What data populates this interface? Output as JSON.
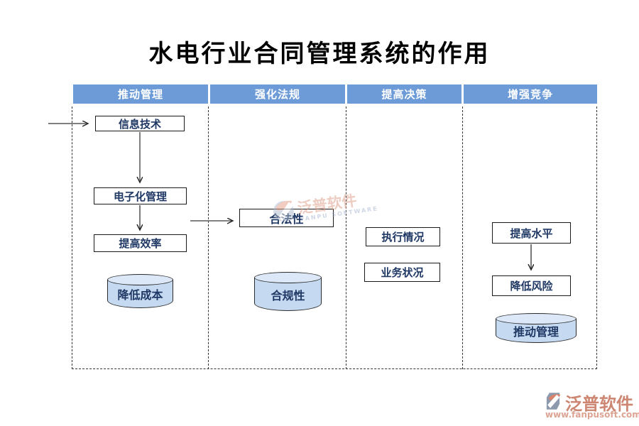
{
  "title": "水电行业合同管理系统的作用",
  "columns": [
    {
      "id": "promote-management",
      "header": "推动管理"
    },
    {
      "id": "strengthen-regulations",
      "header": "强化法规"
    },
    {
      "id": "improve-decision",
      "header": "提高决策"
    },
    {
      "id": "enhance-competition",
      "header": "增强竞争"
    }
  ],
  "nodes": {
    "info_tech": "信息技术",
    "e_management": "电子化管理",
    "efficiency": "提高效率",
    "cost_reduction": "降低成本",
    "legality": "合法性",
    "compliance": "合规性",
    "execution_status": "执行情况",
    "business_status": "业务状况",
    "improve_level": "提高水平",
    "reduce_risk": "降低风险",
    "promote_management": "推动管理"
  },
  "watermark": {
    "brand": "泛普软件",
    "subtext": "FANPU SOFTWARE"
  },
  "footer": {
    "brand": "泛普软件",
    "url": "www.fanpusoft.com"
  },
  "colors": {
    "header_bg": "#6C9BD7",
    "header_text": "#FFFFFF",
    "node_text": "#1F3864",
    "cylinder_fill": "#C5D9F1",
    "cylinder_top": "#DCE8F7",
    "brand_rose": "#CD8672",
    "url_salmon": "#DCA393"
  }
}
